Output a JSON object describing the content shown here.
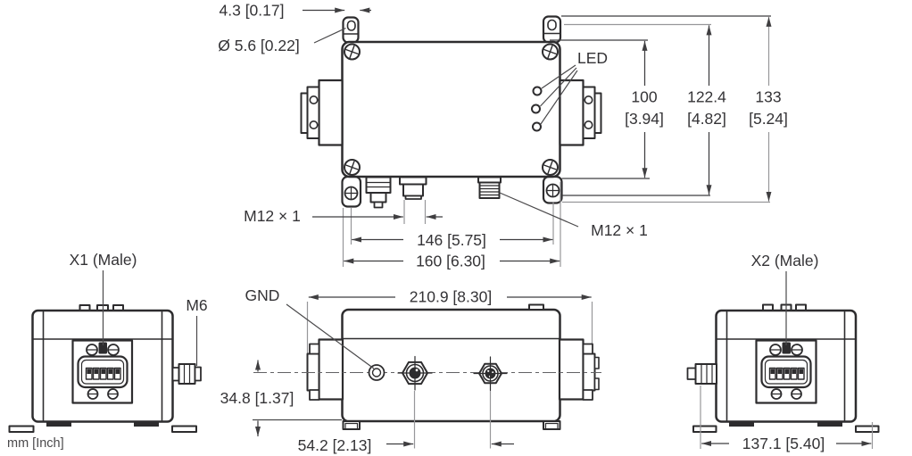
{
  "colors": {
    "ink": "#2d2c2e",
    "dimension": "#3f3e40",
    "extension_gray": "#97979a",
    "text": "#343336",
    "background": "#ffffff"
  },
  "top_view": {
    "dim_slot_width": "4.3 [0.17]",
    "dim_hole_diameter": "Ø 5.6 [0.22]",
    "led_label": "LED",
    "led_count": 3,
    "dims_vertical": {
      "d100_mm": "100",
      "d100_in": "[3.94]",
      "d122_mm": "122.4",
      "d122_in": "[4.82]",
      "d133_mm": "133",
      "d133_in": "[5.24]"
    },
    "thread_left": "M12 × 1",
    "thread_right": "M12 × 1",
    "dim_hole_spacing": "146 [5.75]",
    "dim_width": "160 [6.30]"
  },
  "front_view": {
    "gnd_label": "GND",
    "dim_overall_width": "210.9 [8.30]",
    "dim_center_height": "34.8 [1.37]",
    "dim_connector_spacing": "54.2 [2.13]"
  },
  "left_view": {
    "connector_label": "X1 (Male)",
    "thread_label": "M6"
  },
  "right_view": {
    "connector_label": "X2 (Male)",
    "dim_depth": "137.1 [5.40]"
  },
  "units_note": "mm [Inch]"
}
